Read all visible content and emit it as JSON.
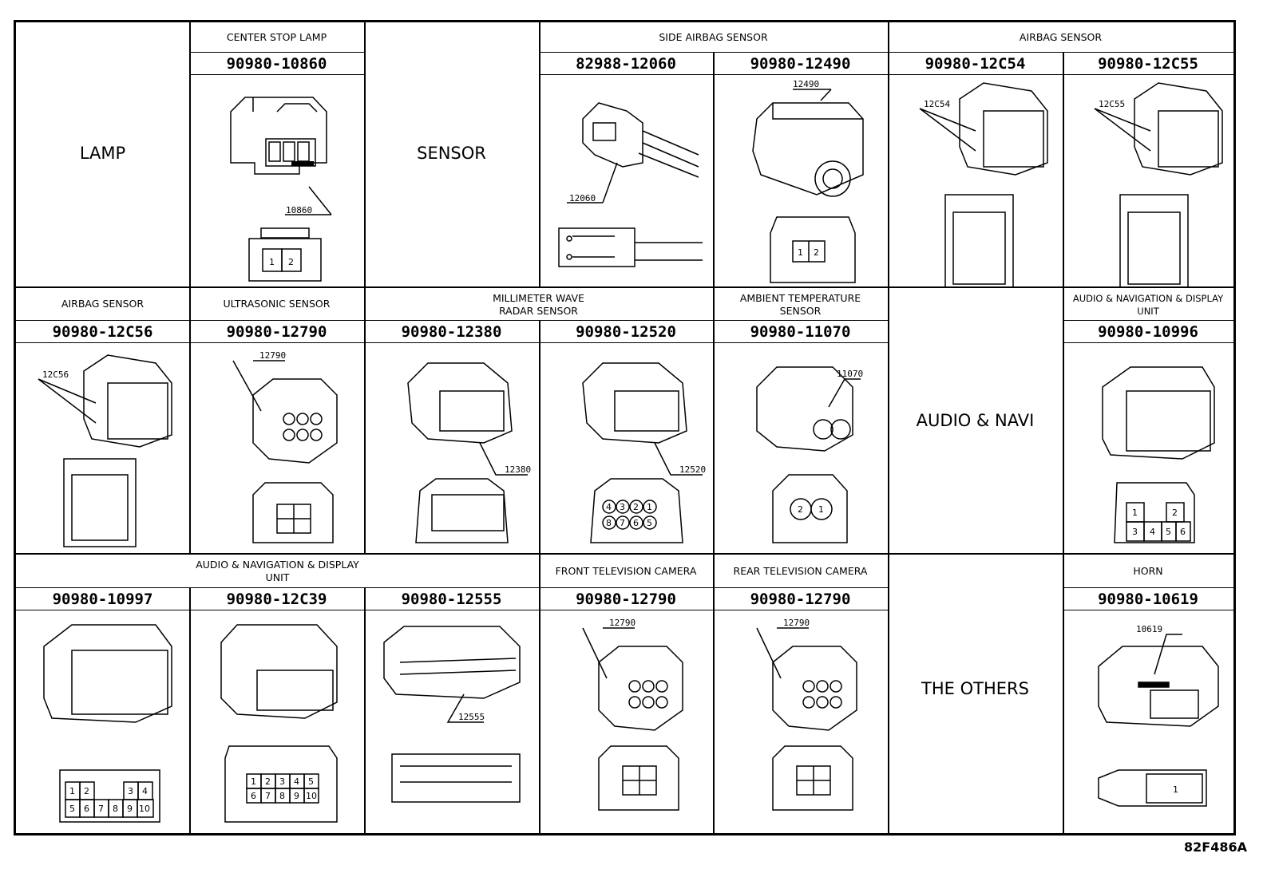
{
  "diagram_code": "82F486A",
  "categories": {
    "lamp": "LAMP",
    "sensor": "SENSOR",
    "audio_navi": "AUDIO & NAVI",
    "others": "THE OTHERS"
  },
  "row1": {
    "center_stop_lamp": {
      "title": "CENTER STOP LAMP",
      "parts": [
        {
          "pn": "90980-10860",
          "tag": "10860",
          "pins": [
            "1",
            "2"
          ]
        }
      ]
    },
    "side_airbag_sensor": {
      "title": "SIDE AIRBAG SENSOR",
      "parts": [
        {
          "pn": "82988-12060",
          "tag": "12060"
        },
        {
          "pn": "90980-12490",
          "tag": "12490",
          "pins": [
            "1",
            "2"
          ]
        }
      ]
    },
    "airbag_sensor": {
      "title": "AIRBAG SENSOR",
      "parts": [
        {
          "pn": "90980-12C54",
          "tag": "12C54"
        },
        {
          "pn": "90980-12C55",
          "tag": "12C55"
        }
      ]
    }
  },
  "row2": {
    "airbag_sensor": {
      "title": "AIRBAG SENSOR",
      "parts": [
        {
          "pn": "90980-12C56",
          "tag": "12C56"
        }
      ]
    },
    "ultrasonic_sensor": {
      "title": "ULTRASONIC SENSOR",
      "parts": [
        {
          "pn": "90980-12790",
          "tag": "12790"
        }
      ]
    },
    "mm_wave_radar": {
      "title": "MILLIMETER WAVE\nRADAR SENSOR",
      "parts": [
        {
          "pn": "90980-12380",
          "tag": "12380"
        },
        {
          "pn": "90980-12520",
          "tag": "12520",
          "pins": [
            "4",
            "3",
            "2",
            "1",
            "8",
            "7",
            "6",
            "5"
          ]
        }
      ]
    },
    "ambient_temp": {
      "title": "AMBIENT TEMPERATURE\nSENSOR",
      "parts": [
        {
          "pn": "90980-11070",
          "tag": "11070",
          "pins": [
            "2",
            "1"
          ]
        }
      ]
    },
    "audio_nav_display": {
      "title": "AUDIO & NAVIGATION & DISPLAY\nUNIT",
      "parts": [
        {
          "pn": "90980-10996",
          "pins": [
            "1",
            "2",
            "3",
            "4",
            "5",
            "6"
          ]
        }
      ]
    }
  },
  "row3": {
    "audio_nav_display": {
      "title": "AUDIO & NAVIGATION & DISPLAY\nUNIT",
      "parts": [
        {
          "pn": "90980-10997",
          "pins": [
            "1",
            "2",
            "3",
            "4",
            "5",
            "6",
            "7",
            "8",
            "9",
            "10"
          ]
        },
        {
          "pn": "90980-12C39",
          "pins": [
            "1",
            "2",
            "3",
            "4",
            "5",
            "6",
            "7",
            "8",
            "9",
            "10"
          ]
        },
        {
          "pn": "90980-12555",
          "tag": "12555"
        }
      ]
    },
    "front_tv_camera": {
      "title": "FRONT TELEVISION CAMERA",
      "parts": [
        {
          "pn": "90980-12790",
          "tag": "12790"
        }
      ]
    },
    "rear_tv_camera": {
      "title": "REAR TELEVISION CAMERA",
      "parts": [
        {
          "pn": "90980-12790",
          "tag": "12790"
        }
      ]
    },
    "horn": {
      "title": "HORN",
      "parts": [
        {
          "pn": "90980-10619",
          "tag": "10619",
          "pins": [
            "1"
          ]
        }
      ]
    }
  }
}
